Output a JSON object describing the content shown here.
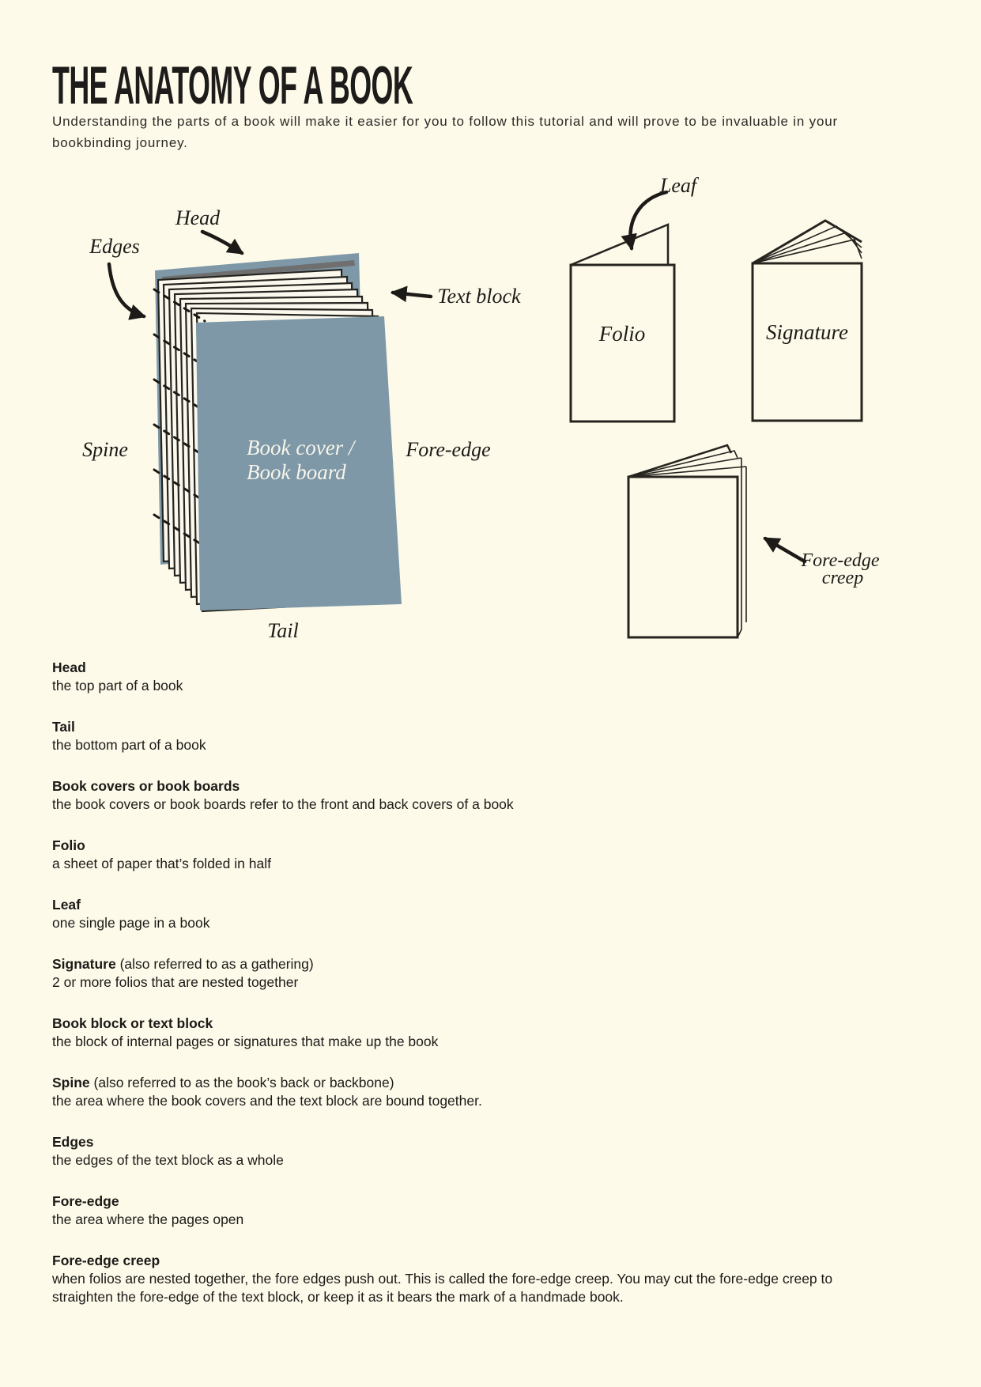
{
  "page": {
    "background_color": "#FDFAEA",
    "ink_color": "#1E1C1A",
    "cover_blue": "#7E98A7"
  },
  "header": {
    "title": "THE ANATOMY OF A BOOK",
    "subtitle": "Understanding the parts of a book will make it easier for you to follow this tutorial and will prove to be invaluable in your bookbinding journey."
  },
  "diagram": {
    "labels": {
      "head": "Head",
      "edges": "Edges",
      "text_block": "Text block",
      "spine": "Spine",
      "fore_edge": "Fore-edge",
      "tail": "Tail",
      "leaf": "Leaf",
      "folio": "Folio",
      "signature": "Signature",
      "cover_line1": "Book cover /",
      "cover_line2": "Book board",
      "creep_line1": "Fore-edge",
      "creep_line2": "creep"
    }
  },
  "glossary": {
    "entries": [
      {
        "term": "Head",
        "suffix": "",
        "definition": "the top part of a book"
      },
      {
        "term": "Tail",
        "suffix": "",
        "definition": "the bottom part of a book"
      },
      {
        "term": "Book covers or book boards",
        "suffix": "",
        "definition": "the book covers or book boards refer to the front and back covers of a book"
      },
      {
        "term": "Folio",
        "suffix": "",
        "definition": "a sheet of paper that’s folded in half"
      },
      {
        "term": "Leaf",
        "suffix": "",
        "definition": "one single page in a book"
      },
      {
        "term": "Signature",
        "suffix": " (also referred to as a gathering)",
        "definition": "2 or more folios that are nested together"
      },
      {
        "term": "Book block or text block",
        "suffix": "",
        "definition": "the block of internal pages or signatures that make up the book"
      },
      {
        "term": "Spine",
        "suffix": " (also referred to as the book’s back or backbone)",
        "definition": "the area where the book covers and the text block are bound together."
      },
      {
        "term": "Edges",
        "suffix": "",
        "definition": "the edges of the text block as a whole"
      },
      {
        "term": "Fore-edge",
        "suffix": "",
        "definition": "the area where the pages open"
      },
      {
        "term": "Fore-edge creep",
        "suffix": "",
        "definition": "when folios are nested together, the fore edges push out. This is called the fore-edge creep. You may cut the fore-edge creep to straighten the fore-edge of the text block, or keep it as it bears the mark of a handmade book."
      }
    ]
  }
}
